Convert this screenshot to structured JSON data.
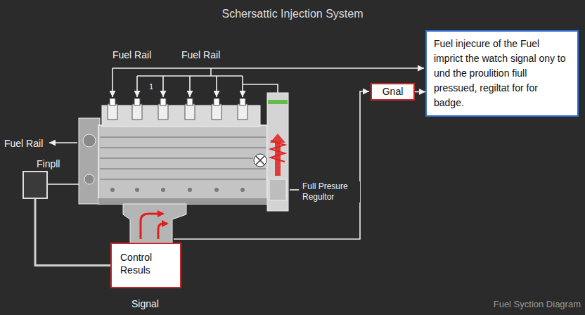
{
  "diagram": {
    "title": "Schersattic Injection System",
    "caption": "Fuel Syction Diagram",
    "nodes": [
      {
        "text": [
          "Fuel injecure of the Fuel imprict the watch signal ony to und the proulition fiull pressued, regiltat for for badge."
        ]
      },
      {
        "text": [
          "Gnal"
        ]
      },
      {
        "text": [
          "Finpll"
        ]
      },
      {
        "text": [
          "Control Resuls"
        ]
      }
    ],
    "edges": [
      {
        "from": 1,
        "to": 0,
        "arrow": "to"
      },
      {
        "from": 2,
        "to": 3,
        "arrow": "none"
      }
    ],
    "labels": [
      "Fuel Rail",
      "Fuel Rail",
      "1",
      "Fuel Rail",
      "Full Presure Regultor",
      "Signal"
    ]
  }
}
